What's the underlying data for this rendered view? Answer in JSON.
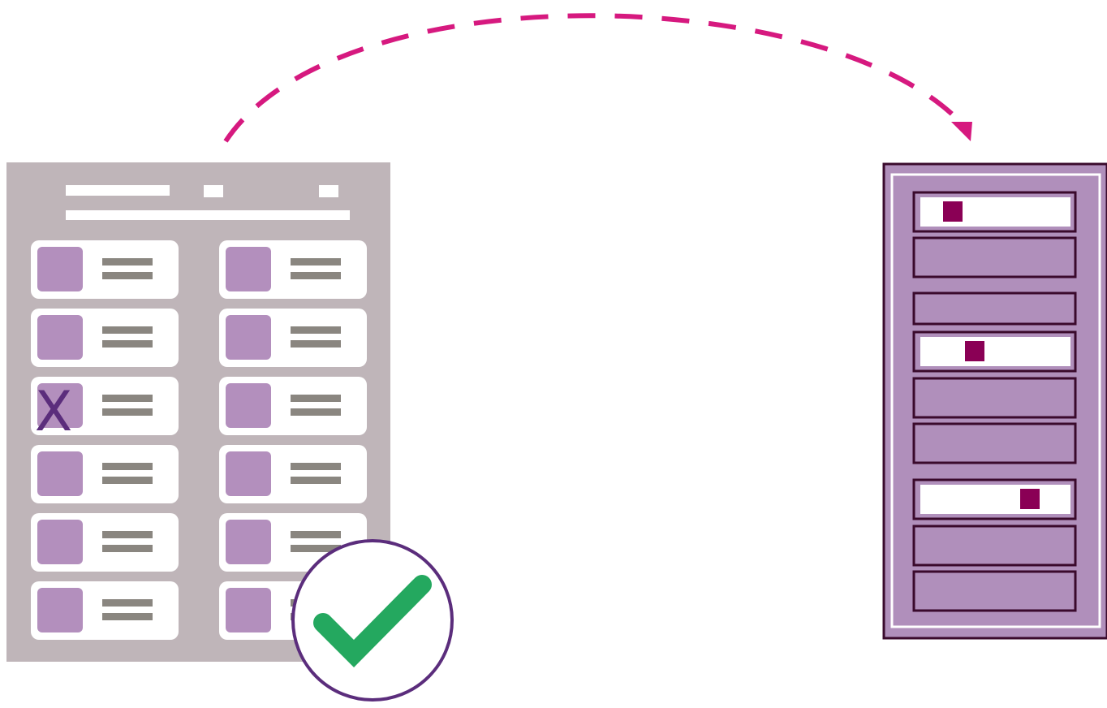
{
  "ballot": {
    "marked_label": "X",
    "rows": 6,
    "columns": 2,
    "marked_cell": {
      "row": 3,
      "column": 1
    }
  },
  "checkmark": {
    "icon": "checkmark-icon"
  },
  "arrow": {
    "icon": "dashed-curved-arrow-icon",
    "style": "dashed"
  },
  "ballot_box": {
    "slot_count": 9,
    "filled_slots": [
      1,
      4,
      7
    ]
  },
  "colors": {
    "ballot_bg": "#bfb5b9",
    "option_box": "#b38fbd",
    "option_lines": "#8a8680",
    "mark": "#5b2d7c",
    "check_green": "#24a85f",
    "check_ring": "#5b2d7c",
    "arrow": "#d6197f",
    "box_fill": "#b08fbb",
    "box_border": "#3a0a2c",
    "token": "#8a0055"
  }
}
